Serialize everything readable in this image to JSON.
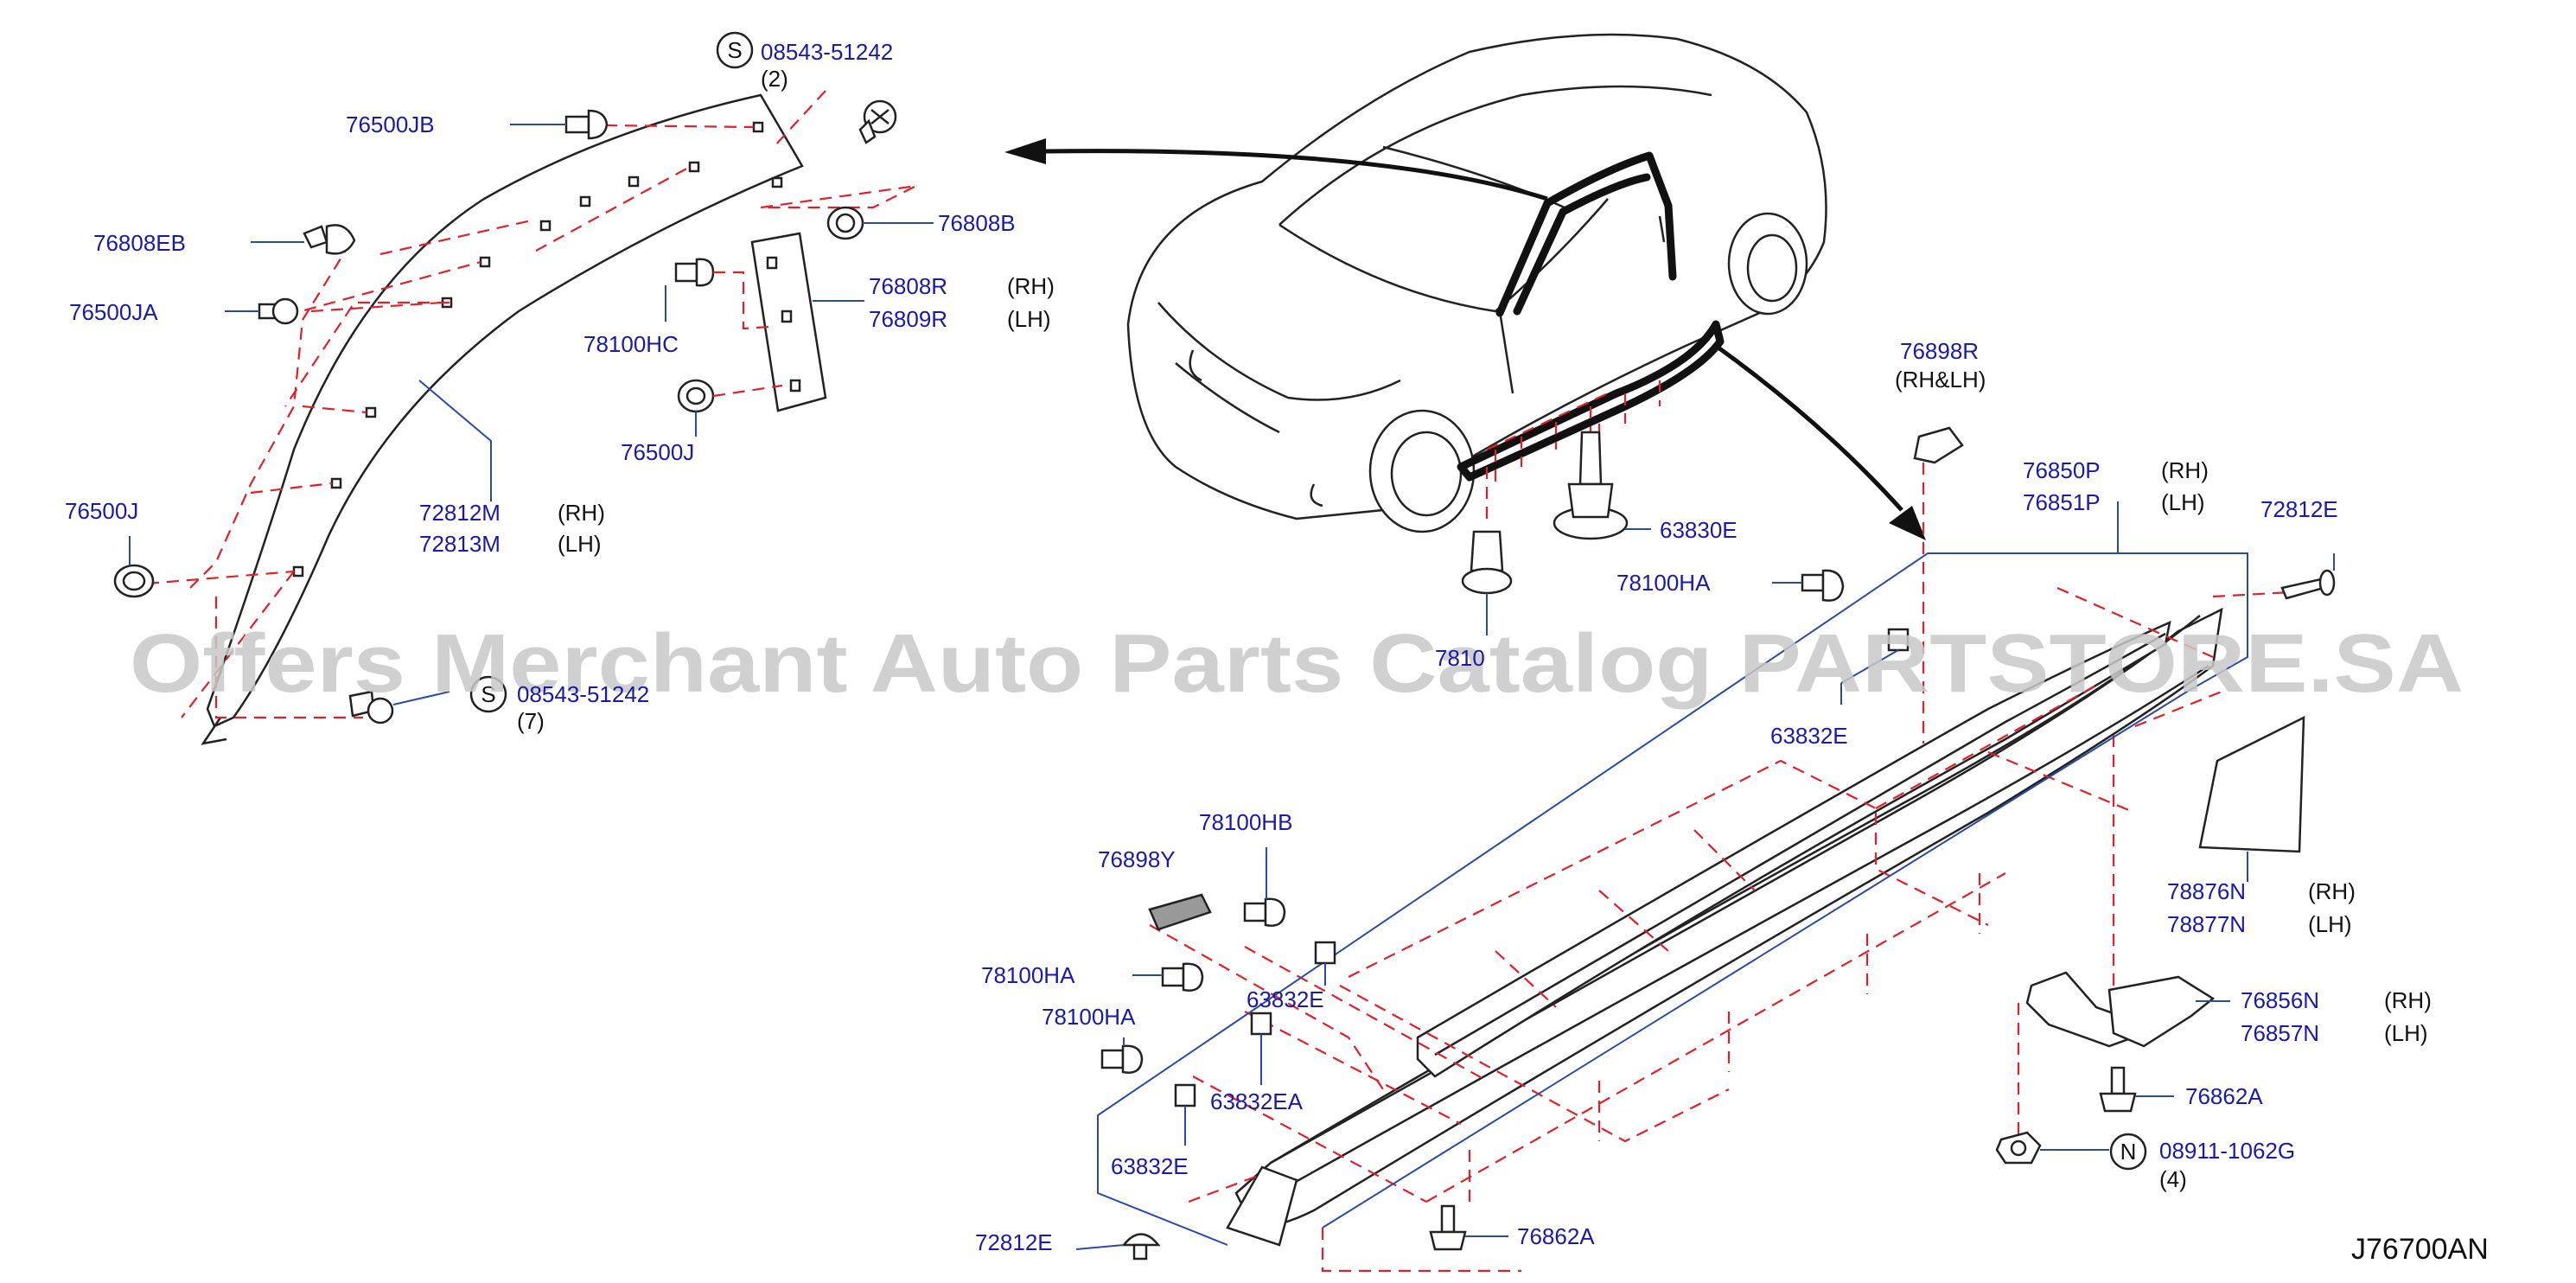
{
  "watermark": "Offers Merchant Auto Parts Catalog PARTSTORE.SA",
  "diagram_code": "J76700AN",
  "colors": {
    "label": "#1a1aa8",
    "dash": "#e0202a",
    "leader": "#2a4aa8",
    "watermark": "#c8c8c8"
  },
  "labels": {
    "p08543_top": "08543-51242",
    "p08543_top_qty": "(2)",
    "p76500JB": "76500JB",
    "p76808B": "76808B",
    "p76808EB": "76808EB",
    "p76808R": "76808R",
    "p76808R_side": "(RH)",
    "p76809R": "76809R",
    "p76809R_side": "(LH)",
    "p76500JA": "76500JA",
    "p78100HC": "78100HC",
    "p76500J_mid": "76500J",
    "p76500J_left": "76500J",
    "p72812M": "72812M",
    "p72812M_side": "(RH)",
    "p72813M": "72813M",
    "p72813M_side": "(LH)",
    "p08543_bot": "08543-51242",
    "p08543_bot_qty": "(7)",
    "p76898R": "76898R",
    "p76898R_side": "(RH&LH)",
    "p76850P": "76850P",
    "p76850P_side": "(RH)",
    "p76851P": "76851P",
    "p76851P_side": "(LH)",
    "p72812E_right": "72812E",
    "p63830E": "63830E",
    "p78100HA_top": "78100HA",
    "p7810_partial": "7810",
    "p63832E_top": "63832E",
    "p78100HB": "78100HB",
    "p76898Y": "76898Y",
    "p78876N": "78876N",
    "p78876N_side": "(RH)",
    "p78877N": "78877N",
    "p78877N_side": "(LH)",
    "p78100HA_a": "78100HA",
    "p63832E_a": "63832E",
    "p78100HA_b": "78100HA",
    "p63832EA": "63832EA",
    "p63832E_b": "63832E",
    "p76856N": "76856N",
    "p76856N_side": "(RH)",
    "p76857N": "76857N",
    "p76857N_side": "(LH)",
    "p76862A_right": "76862A",
    "p08911": "08911-1062G",
    "p08911_qty": "(4)",
    "p72812E_left": "72812E",
    "p76862A_bot": "76862A"
  },
  "symbols": {
    "screw": "S",
    "nut": "N"
  }
}
